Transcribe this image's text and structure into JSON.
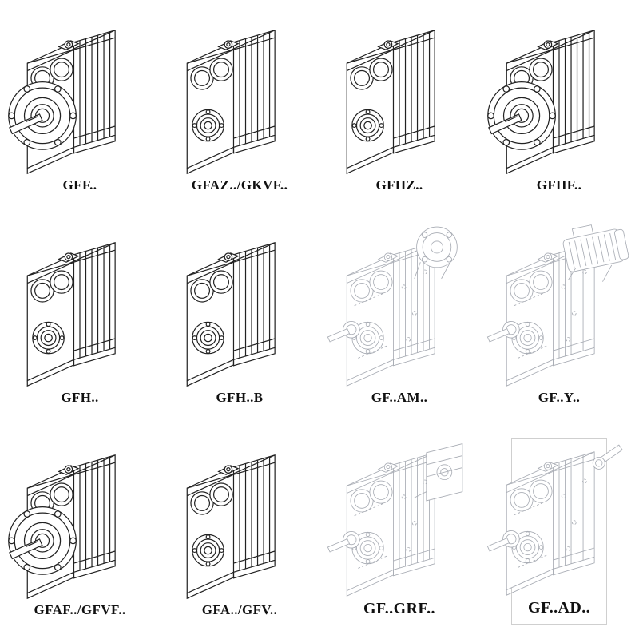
{
  "page": {
    "kind": "gearbox-catalog-sheet",
    "colors": {
      "background": "#ffffff",
      "line": "#222222",
      "ghost_line": "#a8acb4"
    }
  },
  "grid": {
    "items": [
      {
        "label": "GFF..",
        "drawing": "parallel-shaft-gearbox-flange-output"
      },
      {
        "label": "GFAZ../GKVF..",
        "drawing": "parallel-shaft-gearbox-hollow-shaft"
      },
      {
        "label": "GFHZ..",
        "drawing": "parallel-shaft-gearbox-hollow-shaft"
      },
      {
        "label": "GFHF..",
        "drawing": "parallel-shaft-gearbox-flange-output"
      },
      {
        "label": "GFH..",
        "drawing": "parallel-shaft-gearbox-hollow-shaft"
      },
      {
        "label": "GFH..B",
        "drawing": "parallel-shaft-gearbox-hollow-shaft"
      },
      {
        "label": "GF..AM..",
        "drawing": "ghost-gearbox-with-motor-adapter-flange"
      },
      {
        "label": "GF..Y..",
        "drawing": "ghost-gearbox-with-mounted-motor"
      },
      {
        "label": "GFAF../GFVF..",
        "drawing": "parallel-shaft-gearbox-flange-output"
      },
      {
        "label": "GFA../GFV..",
        "drawing": "parallel-shaft-gearbox-hollow-shaft"
      },
      {
        "label": "GF..GRF..",
        "drawing": "ghost-gearbox-with-input-cover-box"
      },
      {
        "label": "GF..AD..",
        "drawing": "ghost-gearbox-with-input-shaft-adapter"
      }
    ]
  }
}
